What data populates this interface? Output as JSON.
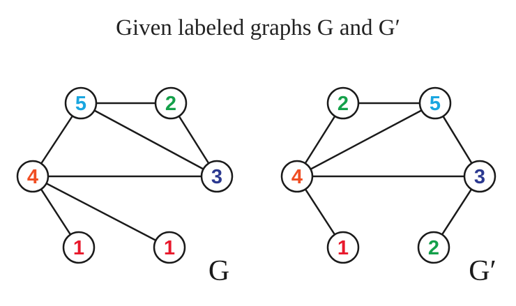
{
  "title": "Given labeled graphs G and G′",
  "colors": {
    "1": "#e8192c",
    "2": "#14a04a",
    "3": "#2b3990",
    "4": "#f04e23",
    "5": "#1aa6e0"
  },
  "graphs": [
    {
      "name": "G",
      "nodes": [
        {
          "id": "a",
          "label": "5"
        },
        {
          "id": "b",
          "label": "2"
        },
        {
          "id": "c",
          "label": "4"
        },
        {
          "id": "d",
          "label": "3"
        },
        {
          "id": "e",
          "label": "1"
        },
        {
          "id": "f",
          "label": "1"
        }
      ],
      "edges": [
        [
          "a",
          "b"
        ],
        [
          "a",
          "c"
        ],
        [
          "a",
          "d"
        ],
        [
          "b",
          "d"
        ],
        [
          "c",
          "d"
        ],
        [
          "c",
          "e"
        ],
        [
          "c",
          "f"
        ]
      ]
    },
    {
      "name": "G′",
      "nodes": [
        {
          "id": "a",
          "label": "2"
        },
        {
          "id": "b",
          "label": "5"
        },
        {
          "id": "c",
          "label": "4"
        },
        {
          "id": "d",
          "label": "3"
        },
        {
          "id": "e",
          "label": "1"
        },
        {
          "id": "f",
          "label": "2"
        }
      ],
      "edges": [
        [
          "a",
          "b"
        ],
        [
          "a",
          "c"
        ],
        [
          "b",
          "c"
        ],
        [
          "b",
          "d"
        ],
        [
          "c",
          "d"
        ],
        [
          "c",
          "e"
        ],
        [
          "d",
          "f"
        ]
      ]
    }
  ]
}
